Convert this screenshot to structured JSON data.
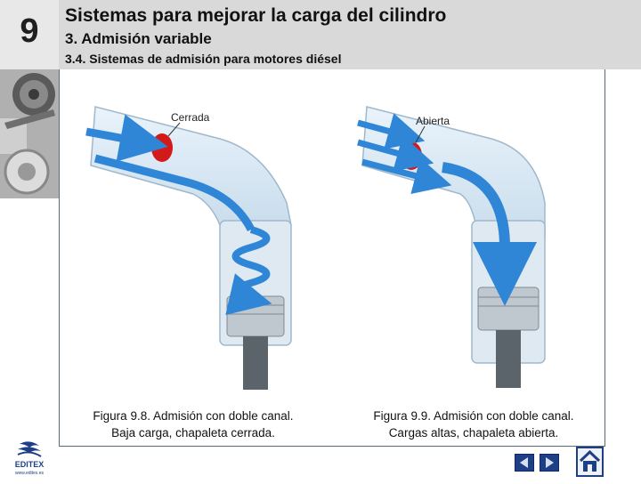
{
  "header": {
    "chapter_number": "9",
    "title": "Sistemas para mejorar la carga del cilindro",
    "subtitle": "3. Admisión variable",
    "section": "3.4. Sistemas de admisión para motores diésel"
  },
  "figures": [
    {
      "label": "Cerrada",
      "caption_line1": "Figura 9.8. Admisión con doble canal.",
      "caption_line2": "Baja carga, chapaleta cerrada."
    },
    {
      "label": "Abierta",
      "caption_line1": "Figura 9.9. Admisión con doble canal.",
      "caption_line2": "Cargas altas, chapaleta abierta."
    }
  ],
  "logo": {
    "brand": "EDITEX",
    "url": "www.editex.es"
  },
  "navigation": {
    "prev_icon": "triangle-left-icon",
    "next_icon": "triangle-right-icon",
    "home_icon": "house-icon"
  },
  "colors": {
    "header_bg": "#d9d9d9",
    "nav_blue": "#1d3f86",
    "flow_blue": "#2f86d6",
    "valve_red": "#d31a1a"
  }
}
